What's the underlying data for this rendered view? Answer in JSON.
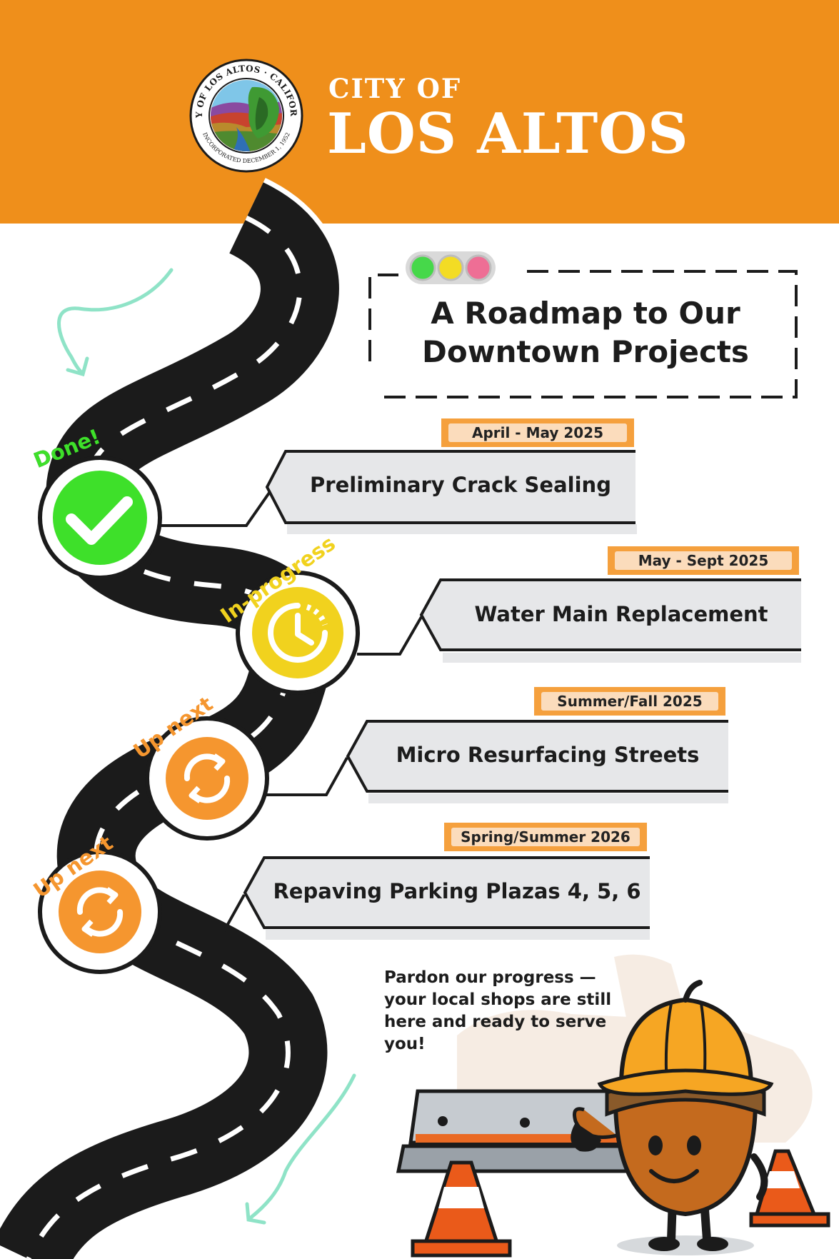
{
  "header": {
    "city_of": "CITY OF",
    "city_name": "LOS ALTOS",
    "seal": {
      "ring_text": "CITY OF LOS ALTOS · CALIFORNIA",
      "bottom_text": "INCORPORATED DECEMBER 1, 1952"
    }
  },
  "title": {
    "line1": "A Roadmap to Our",
    "line2": "Downtown Projects"
  },
  "projects": [
    {
      "status": "Done!",
      "date": "April - May 2025",
      "name": "Preliminary Crack Sealing",
      "status_icon": "check-icon"
    },
    {
      "status": "In-progress",
      "date": "May - Sept 2025",
      "name": "Water Main Replacement",
      "status_icon": "clock-icon"
    },
    {
      "status": "Up next",
      "date": "Summer/Fall 2025",
      "name": "Micro Resurfacing Streets",
      "status_icon": "refresh-icon"
    },
    {
      "status": "Up next",
      "date": "Spring/Summer 2026",
      "name": "Repaving Parking Plazas 4, 5, 6",
      "status_icon": "refresh-icon"
    }
  ],
  "message": "Pardon our progress — your local shops are still here and ready to serve you!",
  "colors": {
    "header": "#ef8f1b",
    "done": "#3ee02a",
    "in_progress": "#f1d21e",
    "up_next": "#f5962f",
    "road": "#1b1b1b",
    "banner": "#e6e7e9",
    "date_tab": "#f5a03d",
    "date_tab_inner": "#fbdcbc"
  }
}
